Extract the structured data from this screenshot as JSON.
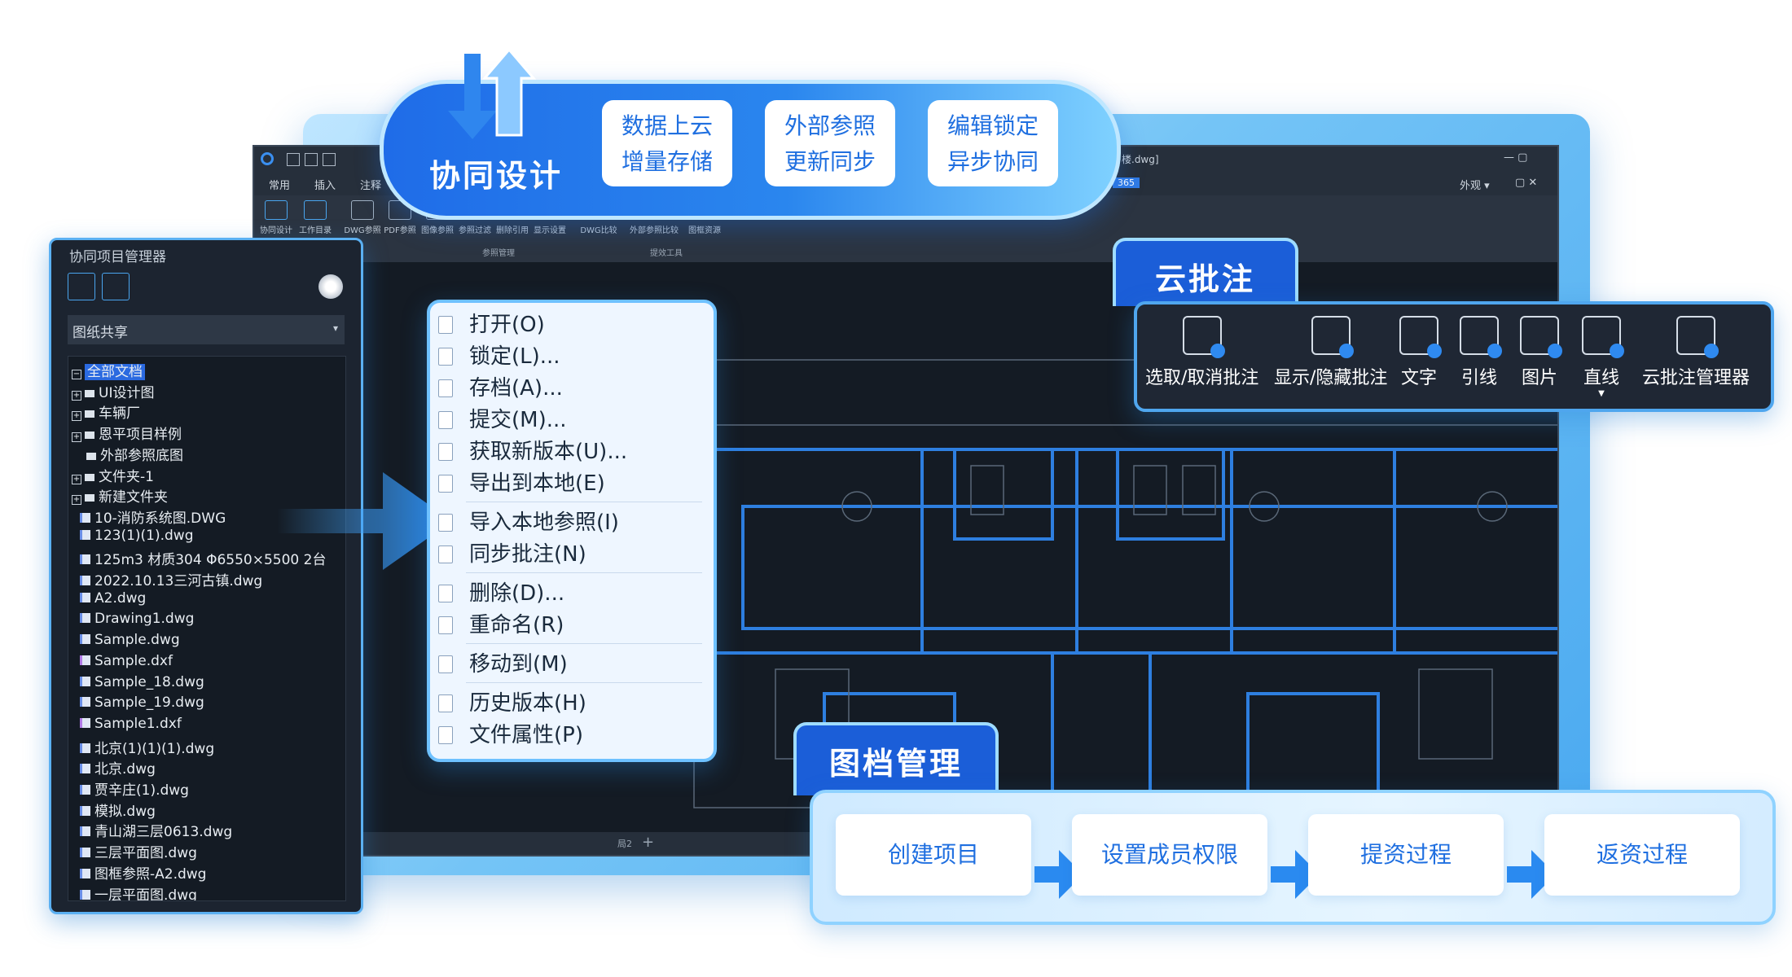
{
  "cad_window": {
    "title_suffix": "楼.dwg]",
    "badge": "365",
    "view_menu": "外观 ▾",
    "tabs": [
      "常用",
      "插入",
      "注释"
    ],
    "ribbon_buttons": [
      "协同设计",
      "工作目录",
      "DWG参照",
      "PDF参照",
      "图像参照",
      "参照过滤",
      "删除引用",
      "显示设置",
      "DWG比较",
      "外部参照比较",
      "图框资源"
    ],
    "ribbon_groups": [
      "参照管理",
      "提效工具"
    ],
    "layout_tab": "局2"
  },
  "banner": {
    "title": "协同设计",
    "cards": [
      {
        "line1": "数据上云",
        "line2": "增量存储"
      },
      {
        "line1": "外部参照",
        "line2": "更新同步"
      },
      {
        "line1": "编辑锁定",
        "line2": "异步协同"
      }
    ]
  },
  "project_panel": {
    "title": "协同项目管理器",
    "select_value": "图纸共享",
    "tree": [
      {
        "label": "全部文档",
        "kind": "root"
      },
      {
        "label": "UI设计图",
        "kind": "folder"
      },
      {
        "label": "车辆厂",
        "kind": "folder"
      },
      {
        "label": "恩平项目样例",
        "kind": "folder"
      },
      {
        "label": "外部参照底图",
        "kind": "subfolder"
      },
      {
        "label": "文件夹-1",
        "kind": "folder"
      },
      {
        "label": "新建文件夹",
        "kind": "folder"
      },
      {
        "label": "10-消防系统图.DWG",
        "kind": "dwg"
      },
      {
        "label": "123(1)(1).dwg",
        "kind": "dwg"
      },
      {
        "label": "125m3 材质304 Φ6550×5500  2台",
        "kind": "dwg"
      },
      {
        "label": "2022.10.13三河古镇.dwg",
        "kind": "dwg"
      },
      {
        "label": "A2.dwg",
        "kind": "dwg"
      },
      {
        "label": "Drawing1.dwg",
        "kind": "dwg"
      },
      {
        "label": "Sample.dwg",
        "kind": "dwg"
      },
      {
        "label": "Sample.dxf",
        "kind": "dxf"
      },
      {
        "label": "Sample_18.dwg",
        "kind": "dwg"
      },
      {
        "label": "Sample_19.dwg",
        "kind": "dwg"
      },
      {
        "label": "Sample1.dxf",
        "kind": "dxf"
      },
      {
        "label": "北京(1)(1)(1).dwg",
        "kind": "dwg"
      },
      {
        "label": "北京.dwg",
        "kind": "dwg"
      },
      {
        "label": "贾辛庄(1).dwg",
        "kind": "dwg"
      },
      {
        "label": "模拟.dwg",
        "kind": "dwg"
      },
      {
        "label": "青山湖三层0613.dwg",
        "kind": "dwg"
      },
      {
        "label": "三层平面图.dwg",
        "kind": "dwg"
      },
      {
        "label": "图框参照-A2.dwg",
        "kind": "dwg"
      },
      {
        "label": "一层平面图.dwg",
        "kind": "dwg"
      }
    ]
  },
  "context_menu": [
    {
      "label": "打开(O)"
    },
    {
      "label": "锁定(L)..."
    },
    {
      "label": "存档(A)..."
    },
    {
      "label": "提交(M)..."
    },
    {
      "label": "获取新版本(U)..."
    },
    {
      "label": "导出到本地(E)"
    },
    {
      "label": "导入本地参照(I)"
    },
    {
      "label": "同步批注(N)"
    },
    {
      "label": "删除(D)..."
    },
    {
      "label": "重命名(R)"
    },
    {
      "label": "移动到(M)"
    },
    {
      "label": "历史版本(H)"
    },
    {
      "label": "文件属性(P)"
    }
  ],
  "cloud_annotation": {
    "title": "云批注",
    "tools": [
      "选取/取消批注",
      "显示/隐藏批注",
      "文字",
      "引线",
      "图片",
      "直线",
      "云批注管理器"
    ]
  },
  "document_management": {
    "title": "图档管理",
    "steps": [
      "创建项目",
      "设置成员权限",
      "提资过程",
      "返资过程"
    ]
  },
  "colors": {
    "accent": "#1f6fe0",
    "cad_background": "#141b24",
    "drawing_lines": "#2e7fe0",
    "menu_background": "#eef6ff"
  }
}
